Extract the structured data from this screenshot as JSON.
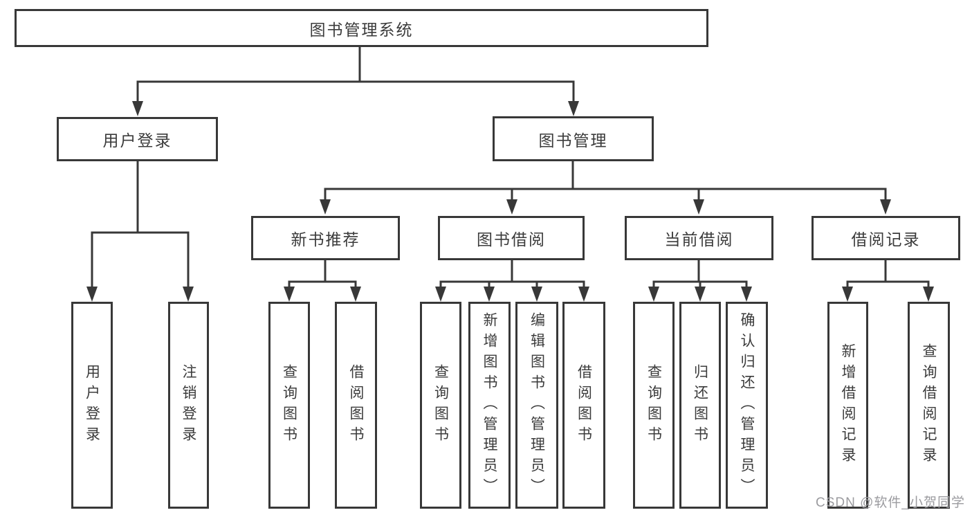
{
  "tree": {
    "root": {
      "label": "图书管理系统"
    },
    "children": [
      {
        "label": "用户登录",
        "children": [
          {
            "label": "用户登录"
          },
          {
            "label": "注销登录"
          }
        ]
      },
      {
        "label": "图书管理",
        "children": [
          {
            "label": "新书推荐",
            "children": [
              {
                "label": "查询图书"
              },
              {
                "label": "借阅图书"
              }
            ]
          },
          {
            "label": "图书借阅",
            "children": [
              {
                "label": "查询图书"
              },
              {
                "label": "新增图书（管理员）"
              },
              {
                "label": "编辑图书（管理员）"
              },
              {
                "label": "借阅图书"
              }
            ]
          },
          {
            "label": "当前借阅",
            "children": [
              {
                "label": "查询图书"
              },
              {
                "label": "归还图书"
              },
              {
                "label": "确认归还（管理员）"
              }
            ]
          },
          {
            "label": "借阅记录",
            "children": [
              {
                "label": "新增借阅记录"
              },
              {
                "label": "查询借阅记录"
              }
            ]
          }
        ]
      }
    ]
  },
  "watermark": {
    "text": "CSDN @软件_小贺同学"
  },
  "colors": {
    "line": "#383838",
    "box_border": "#383838",
    "text": "#3b3b3b",
    "watermark": "#9b9b9f",
    "background": "#ffffff"
  }
}
